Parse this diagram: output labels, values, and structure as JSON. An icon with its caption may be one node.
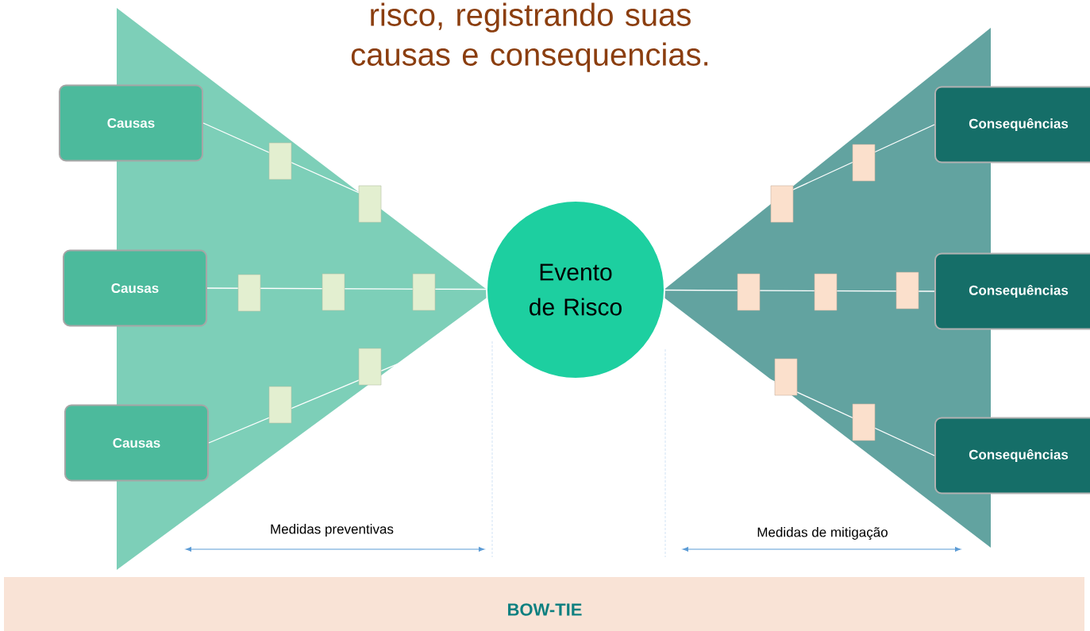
{
  "diagram": {
    "title": "risco, registrando suas causas e consequencias.",
    "nodes": [
      {
        "text": [
          "Causas"
        ]
      },
      {
        "text": [
          "Causas"
        ]
      },
      {
        "text": [
          "Causas"
        ]
      },
      {
        "text": [
          "Evento de Risco"
        ]
      },
      {
        "text": [
          "Consequências"
        ]
      },
      {
        "text": [
          "Consequências"
        ]
      },
      {
        "text": [
          "Consequências"
        ]
      }
    ],
    "edges": [
      {
        "from": 0,
        "to": 3,
        "arrow": "none"
      },
      {
        "from": 1,
        "to": 3,
        "arrow": "none"
      },
      {
        "from": 2,
        "to": 3,
        "arrow": "none"
      },
      {
        "from": 3,
        "to": 4,
        "arrow": "none"
      },
      {
        "from": 3,
        "to": 5,
        "arrow": "none"
      },
      {
        "from": 3,
        "to": 6,
        "arrow": "none"
      }
    ],
    "labels": [
      "Medidas preventivas",
      "Medidas de mitigação"
    ],
    "caption": "BOW-TIE"
  }
}
